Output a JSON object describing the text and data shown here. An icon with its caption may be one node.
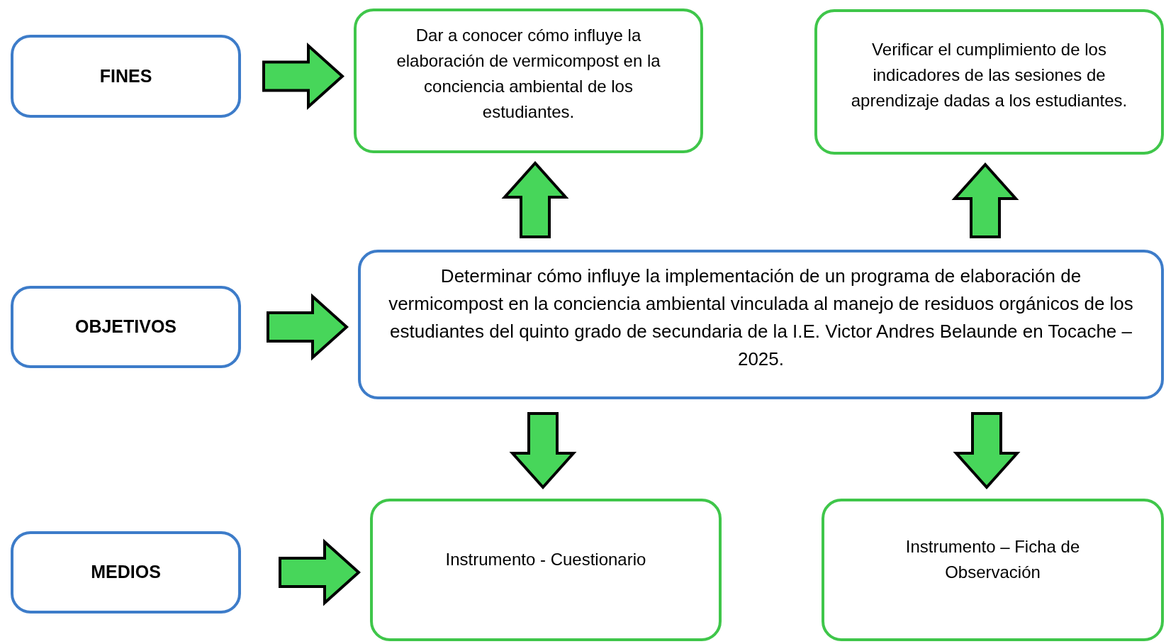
{
  "diagram": {
    "nodes": [
      {
        "text": [
          "FINES"
        ]
      },
      {
        "text": [
          "Dar a conocer cómo influye la elaboración de vermicompost en la conciencia ambiental de los estudiantes."
        ]
      },
      {
        "text": [
          "Verificar el cumplimiento de los indicadores de las sesiones de aprendizaje dadas a los estudiantes."
        ]
      },
      {
        "text": [
          "OBJETIVOS"
        ]
      },
      {
        "text": [
          "Determinar cómo influye la implementación de un programa de elaboración de vermicompost en la conciencia ambiental vinculada al manejo de residuos orgánicos de los estudiantes del quinto grado de secundaria de la I.E. Victor Andres Belaunde en Tocache – 2025."
        ]
      },
      {
        "text": [
          "MEDIOS"
        ]
      },
      {
        "text": [
          "Instrumento - Cuestionario"
        ]
      },
      {
        "text": [
          "Instrumento – Ficha de Observación"
        ]
      }
    ],
    "edges": [
      {
        "from": 0,
        "to": 1,
        "arrow": "to"
      },
      {
        "from": 4,
        "to": 1,
        "arrow": "to"
      },
      {
        "from": 4,
        "to": 2,
        "arrow": "to"
      },
      {
        "from": 3,
        "to": 4,
        "arrow": "to"
      },
      {
        "from": 4,
        "to": 6,
        "arrow": "to"
      },
      {
        "from": 4,
        "to": 7,
        "arrow": "to"
      },
      {
        "from": 5,
        "to": 6,
        "arrow": "to"
      }
    ]
  }
}
